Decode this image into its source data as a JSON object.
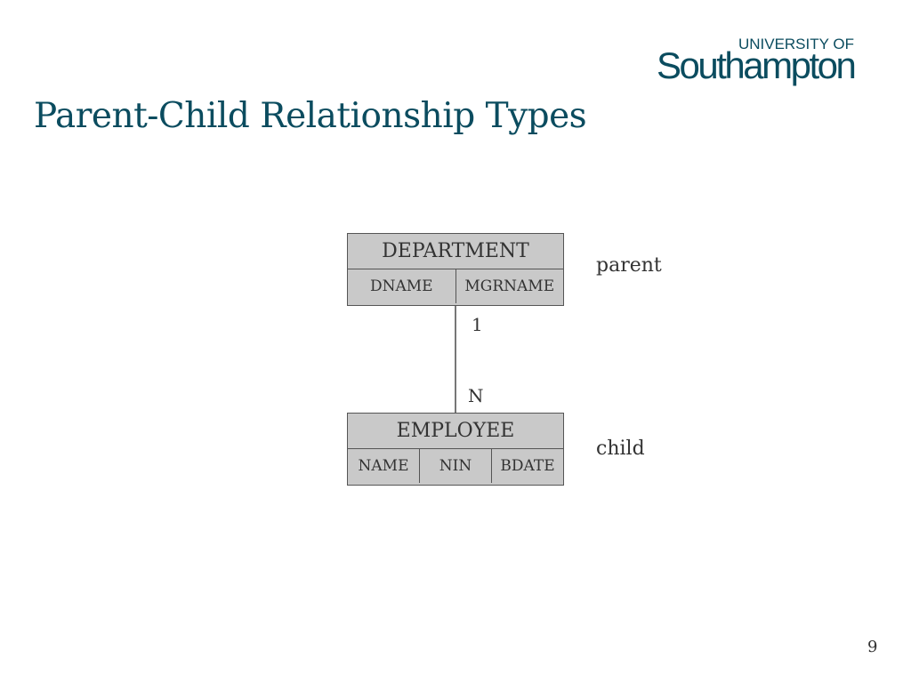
{
  "logo": {
    "line1": "UNIVERSITY OF",
    "line2": "Southampton"
  },
  "title": "Parent-Child Relationship Types",
  "diagram": {
    "parent_entity": {
      "name": "DEPARTMENT",
      "attributes": [
        "DNAME",
        "MGRNAME"
      ]
    },
    "child_entity": {
      "name": "EMPLOYEE",
      "attributes": [
        "NAME",
        "NIN",
        "BDATE"
      ]
    },
    "cardinality": {
      "parent_side": "1",
      "child_side": "N"
    },
    "roles": {
      "parent": "parent",
      "child": "child"
    }
  },
  "page_number": "9",
  "colors": {
    "brand": "#0b4c5f",
    "entity_fill": "#c9c9c9",
    "entity_border": "#555555",
    "text": "#333333"
  }
}
